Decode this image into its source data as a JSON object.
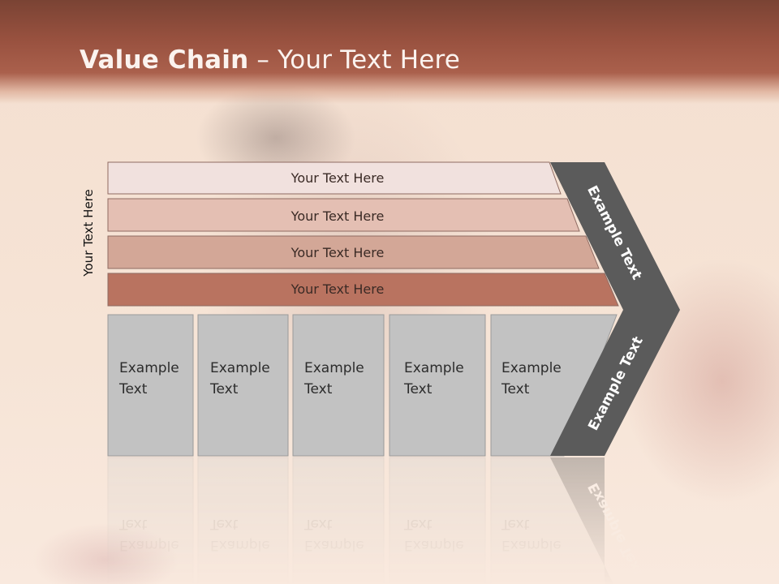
{
  "slide": {
    "title_bold": "Value Chain",
    "title_rest": " – Your Text Here",
    "side_label": "Your Text Here"
  },
  "bands": [
    {
      "label": "Your Text Here",
      "fill": "#f1e1de"
    },
    {
      "label": "Your Text Here",
      "fill": "#e4bfb3"
    },
    {
      "label": "Your Text Here",
      "fill": "#d3a797"
    },
    {
      "label": "Your Text Here",
      "fill": "#b97360"
    }
  ],
  "boxes": [
    {
      "line1": "Example",
      "line2": "Text"
    },
    {
      "line1": "Example",
      "line2": "Text"
    },
    {
      "line1": "Example",
      "line2": "Text"
    },
    {
      "line1": "Example",
      "line2": "Text"
    },
    {
      "line1": "Example",
      "line2": "Text"
    }
  ],
  "chevron": {
    "upper_label": "Example Text",
    "lower_label": "Example Text",
    "fill": "#5b5b5b"
  },
  "colors": {
    "header": "#98513f",
    "box_fill": "#c2c2c2"
  }
}
